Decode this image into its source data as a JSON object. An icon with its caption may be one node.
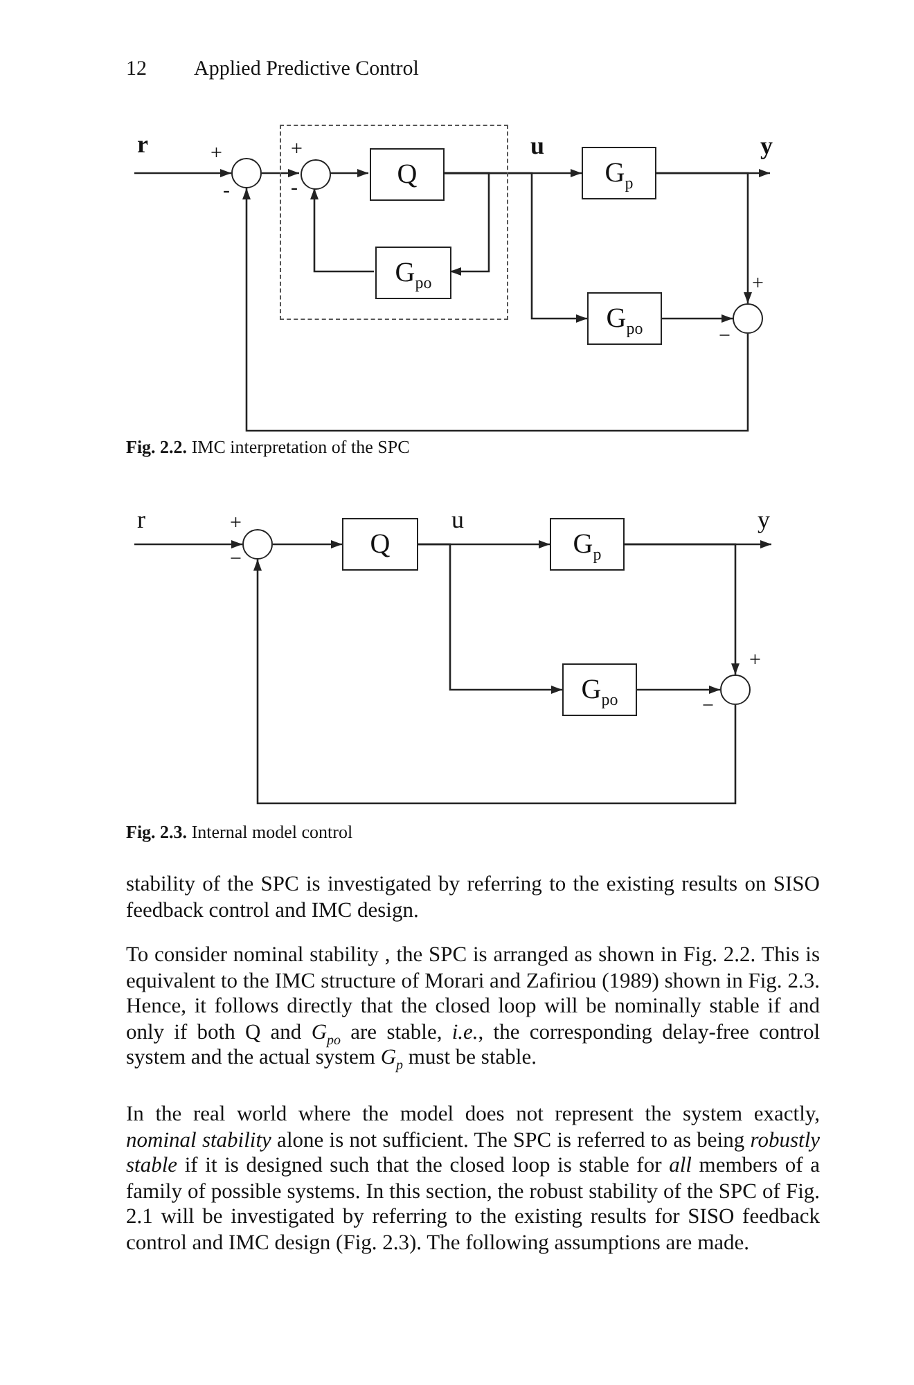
{
  "diagram": {
    "nodes": [
      {
        "text": [],
        "shape": "circle",
        "beside": [
          "+",
          "-"
        ]
      },
      {
        "text": [],
        "shape": "box"
      },
      {
        "text": [],
        "shape": "circle",
        "beside": [
          "+",
          "-"
        ],
        "in": 1
      },
      {
        "text": [
          "Q"
        ],
        "in": 1
      },
      {
        "text": [
          "G$_{po}$"
        ],
        "in": 1
      },
      {
        "text": [
          "G$_{p}$"
        ]
      },
      {
        "text": [
          "G$_{po}$"
        ]
      },
      {
        "text": [],
        "shape": "circle",
        "beside": [
          "+",
          "−"
        ]
      },
      {
        "text": [],
        "shape": "circle",
        "beside": [
          "+",
          "−"
        ]
      },
      {
        "text": [
          "Q"
        ]
      },
      {
        "text": [
          "G$_{p}$"
        ]
      },
      {
        "text": [
          "G$_{po}$"
        ]
      },
      {
        "text": [],
        "shape": "circle",
        "beside": [
          "+",
          "−"
        ]
      }
    ],
    "edges": [
      {
        "from": null,
        "to": 0,
        "arrow": "to",
        "label": "r"
      },
      {
        "from": 0,
        "to": 2,
        "arrow": "to"
      },
      {
        "from": 2,
        "to": 3,
        "arrow": "to"
      },
      {
        "from": 3,
        "to": 4,
        "arrow": "to"
      },
      {
        "from": 4,
        "to": 2,
        "arrow": "to"
      },
      {
        "from": 3,
        "to": 5,
        "arrow": "to",
        "label": "u"
      },
      {
        "from": 3,
        "to": 6,
        "arrow": "to"
      },
      {
        "from": 5,
        "to": null,
        "arrow": "to",
        "label": "y"
      },
      {
        "from": 5,
        "to": 7,
        "arrow": "to"
      },
      {
        "from": 6,
        "to": 7,
        "arrow": "to"
      },
      {
        "from": 7,
        "to": 0,
        "arrow": "to"
      },
      {
        "from": null,
        "to": 8,
        "arrow": "to",
        "label": "r"
      },
      {
        "from": 8,
        "to": 9,
        "arrow": "to"
      },
      {
        "from": 9,
        "to": 10,
        "arrow": "to",
        "label": "u"
      },
      {
        "from": 9,
        "to": 11,
        "arrow": "to"
      },
      {
        "from": 10,
        "to": null,
        "arrow": "to",
        "label": "y"
      },
      {
        "from": 10,
        "to": 12,
        "arrow": "to"
      },
      {
        "from": 11,
        "to": 12,
        "arrow": "to"
      },
      {
        "from": 12,
        "to": 8,
        "arrow": "to"
      }
    ],
    "labels": [
      "12",
      "Applied Predictive Control",
      "**Fig. 2.2.** IMC interpretation of the SPC",
      "**Fig. 2.3.** Internal model control",
      "stability of the SPC is investigated by referring to the existing results on SISO feedback control and IMC design.",
      "To consider nominal stability , the SPC is arranged as shown in Fig. 2.2. This is equivalent to the IMC structure of Morari and Zafiriou (1989) shown in Fig. 2.3. Hence, it follows directly that the closed loop will be nominally stable if and only if both Q and *G*$_{po}$ are stable, *i.e.*, the corresponding delay-free control system and the actual system *G*$_{p}$ must be stable.",
      "In the real world where the model does not represent the system exactly, *nominal stability* alone is not sufficient. The SPC is referred to as being *robustly stable* if it is designed such that the closed loop is stable for *all* members of a family of possible systems. In this section, the robust stability of the SPC of Fig. 2.1 will be investigated by referring to the existing results for SISO feedback control and IMC design (Fig. 2.3). The following assumptions are made."
    ]
  }
}
